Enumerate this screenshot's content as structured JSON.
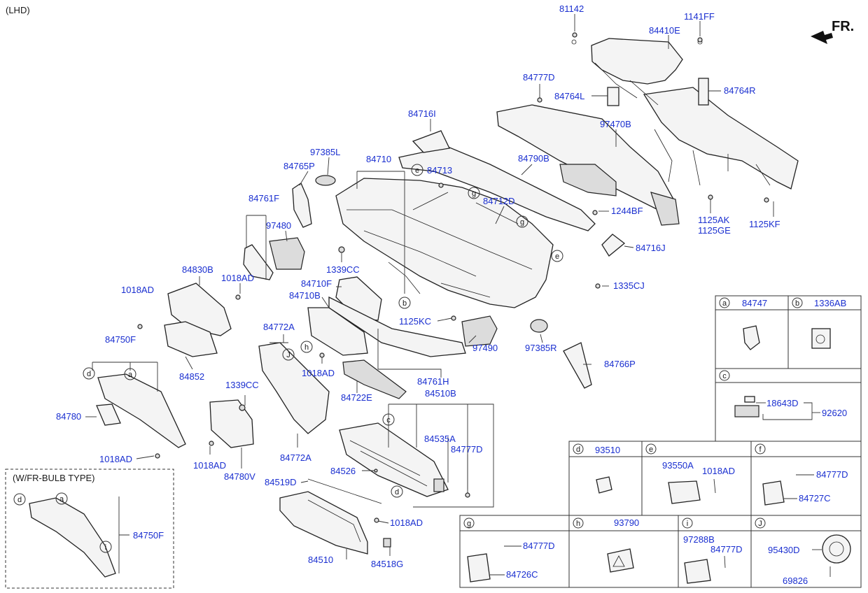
{
  "header": {
    "drive_note": "(LHD)",
    "direction_label": "FR."
  },
  "parts": {
    "p81142": "81142",
    "p1141FF": "1141FF",
    "p84410E": "84410E",
    "p84777D_top": "84777D",
    "p84764L": "84764L",
    "p84764R": "84764R",
    "p84716I": "84716I",
    "p97470B": "97470B",
    "p97385L": "97385L",
    "p84710": "84710",
    "p84713": "84713",
    "p84790B": "84790B",
    "p84765P": "84765P",
    "p84712D": "84712D",
    "p84761F": "84761F",
    "p97480": "97480",
    "p1244BF": "1244BF",
    "p1125AK": "1125AK",
    "p1125GE": "1125GE",
    "p1125KF": "1125KF",
    "p84716J": "84716J",
    "p1339CC_a": "1339CC",
    "p84830B": "84830B",
    "p1018AD_a": "1018AD",
    "p1335CJ": "1335CJ",
    "p1018AD_b": "1018AD",
    "p84710F": "84710F",
    "p84710B": "84710B",
    "p1125KC": "1125KC",
    "p84772A_a": "84772A",
    "p97385R": "97385R",
    "p84750F_a": "84750F",
    "p97490": "97490",
    "p1018AD_c": "1018AD",
    "p84766P": "84766P",
    "p84852": "84852",
    "p84761H": "84761H",
    "p1339CC_b": "1339CC",
    "p84722E": "84722E",
    "p84510B": "84510B",
    "p84780": "84780",
    "p84535A": "84535A",
    "p84777D_mid": "84777D",
    "p84772A_b": "84772A",
    "p1018AD_d": "1018AD",
    "p1018AD_e": "1018AD",
    "p84780V": "84780V",
    "p84526": "84526",
    "p84519D": "84519D",
    "p1018AD_f": "1018AD",
    "p84510": "84510",
    "p84518G": "84518G",
    "p84750F_b": "84750F"
  },
  "callouts": [
    "a",
    "b",
    "c",
    "d",
    "e",
    "f",
    "g",
    "h",
    "i",
    "J"
  ],
  "inset": {
    "title": "(W/FR-BULB TYPE)"
  },
  "detail_boxes": [
    {
      "letter": "a",
      "part": "84747"
    },
    {
      "letter": "b",
      "part": "1336AB"
    },
    {
      "letter": "c",
      "part": "",
      "items": [
        "18643D",
        "92620"
      ]
    },
    {
      "letter": "d",
      "part": "93510"
    },
    {
      "letter": "e",
      "part": "",
      "items": [
        "93550A",
        "1018AD"
      ]
    },
    {
      "letter": "f",
      "part": "",
      "items": [
        "84777D",
        "84727C"
      ]
    },
    {
      "letter": "g",
      "part": "",
      "items": [
        "84777D",
        "84726C"
      ]
    },
    {
      "letter": "h",
      "part": "93790"
    },
    {
      "letter": "i",
      "part": "",
      "items": [
        "97288B",
        "84777D"
      ]
    },
    {
      "letter": "J",
      "part": "",
      "items": [
        "95430D",
        "69826"
      ]
    }
  ]
}
